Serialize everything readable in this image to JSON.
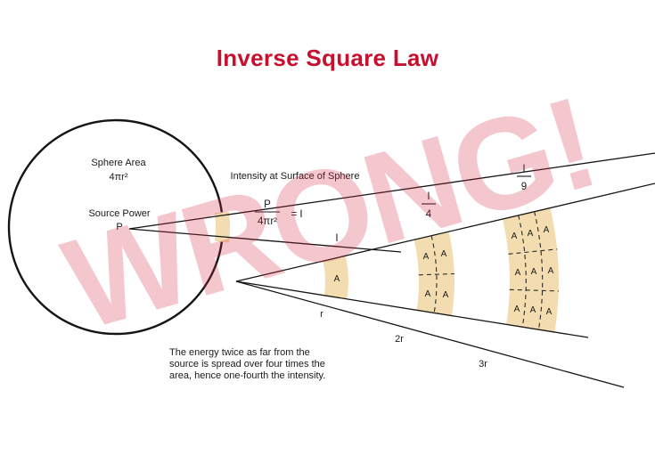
{
  "title": "Inverse Square Law",
  "watermark": "WRONG!",
  "colors": {
    "title_red": "#c8102e",
    "watermark_pink": "#d62846",
    "patch_tan": "#f3ddb0",
    "line_black": "#1a1a1a"
  },
  "sphere": {
    "area_line1": "Sphere Area",
    "area_line2": "4πr²",
    "source_line1": "Source Power",
    "source_line2": "P"
  },
  "surface": {
    "intensity_caption": "Intensity at Surface of Sphere"
  },
  "formula": {
    "numerator": "P",
    "denominator": "4πr²",
    "rhs": "= I"
  },
  "intensities": {
    "at_r": "I",
    "at_2r": {
      "numerator": "I",
      "denominator": "4"
    },
    "at_3r": {
      "numerator": "I",
      "denominator": "9"
    }
  },
  "distances": {
    "r": "r",
    "two_r": "2r",
    "three_r": "3r"
  },
  "area_unit": "A",
  "caption": {
    "line1": "The energy twice as far from the",
    "line2": "source is spread over four times the",
    "line3": "area, hence one-fourth the intensity."
  }
}
